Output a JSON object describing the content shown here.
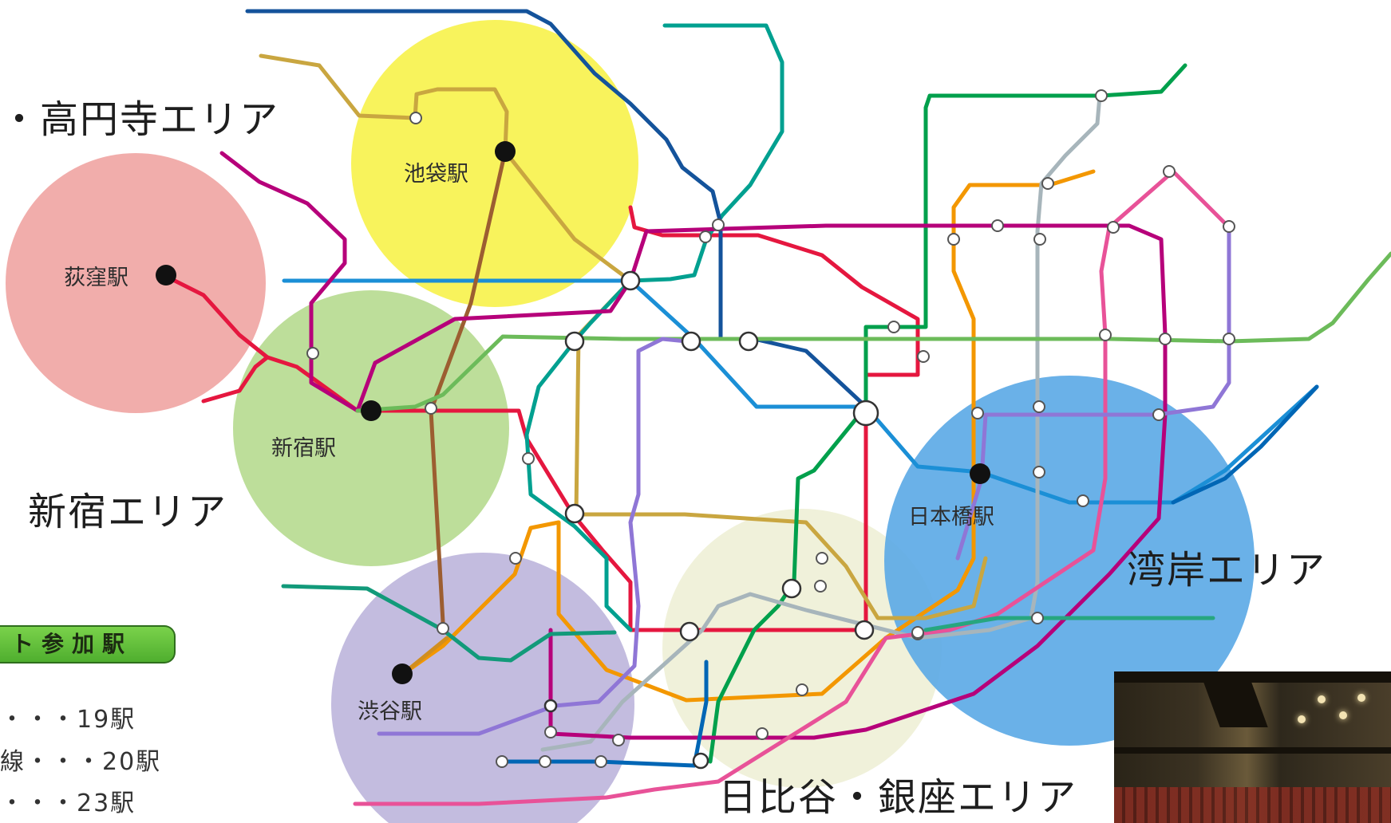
{
  "areas": {
    "koenji": "・高円寺エリア",
    "shinjuku": "新宿エリア",
    "wangan": "湾岸エリア",
    "hibiya_ginza": "日比谷・銀座エリア"
  },
  "stations": {
    "ogikubo": "荻窪駅",
    "ikebukuro": "池袋駅",
    "shinjuku": "新宿駅",
    "shibuya": "渋谷駅",
    "nihonbashi": "日本橋駅"
  },
  "legend": {
    "header": "ト参加駅",
    "rows": [
      "・・・19駅",
      "線・・・20駅",
      "・・・23駅"
    ]
  },
  "colors": {
    "circle_pink": "#f0a0a0",
    "circle_yellow": "#f5f040",
    "circle_green": "#b5d98a",
    "circle_purple": "#b9b3d9",
    "circle_cream": "#eeefd5",
    "circle_blue": "#5aa9e6",
    "line_red": "#e5173f",
    "line_orange": "#f39700",
    "line_yellow_gold": "#c9a640",
    "line_blue_tozai": "#009bbf",
    "line_navy_chiyoda": "#0d4fa8",
    "line_green_chiyoda": "#00a04c",
    "line_silver_hibiya": "#9caeb7",
    "line_purple_hanzomon": "#8f76d6",
    "line_brown_fukutoshin": "#9c5e31",
    "line_magenta_oedo": "#b6007a",
    "line_pink_asakusa": "#e85298",
    "line_lime_shinjuku": "#6cbb5a",
    "line_teal_namboku": "#00ac9b",
    "line_deep_blue_mita": "#0079c2"
  },
  "photo": {
    "description_icon": "theater-photo"
  }
}
